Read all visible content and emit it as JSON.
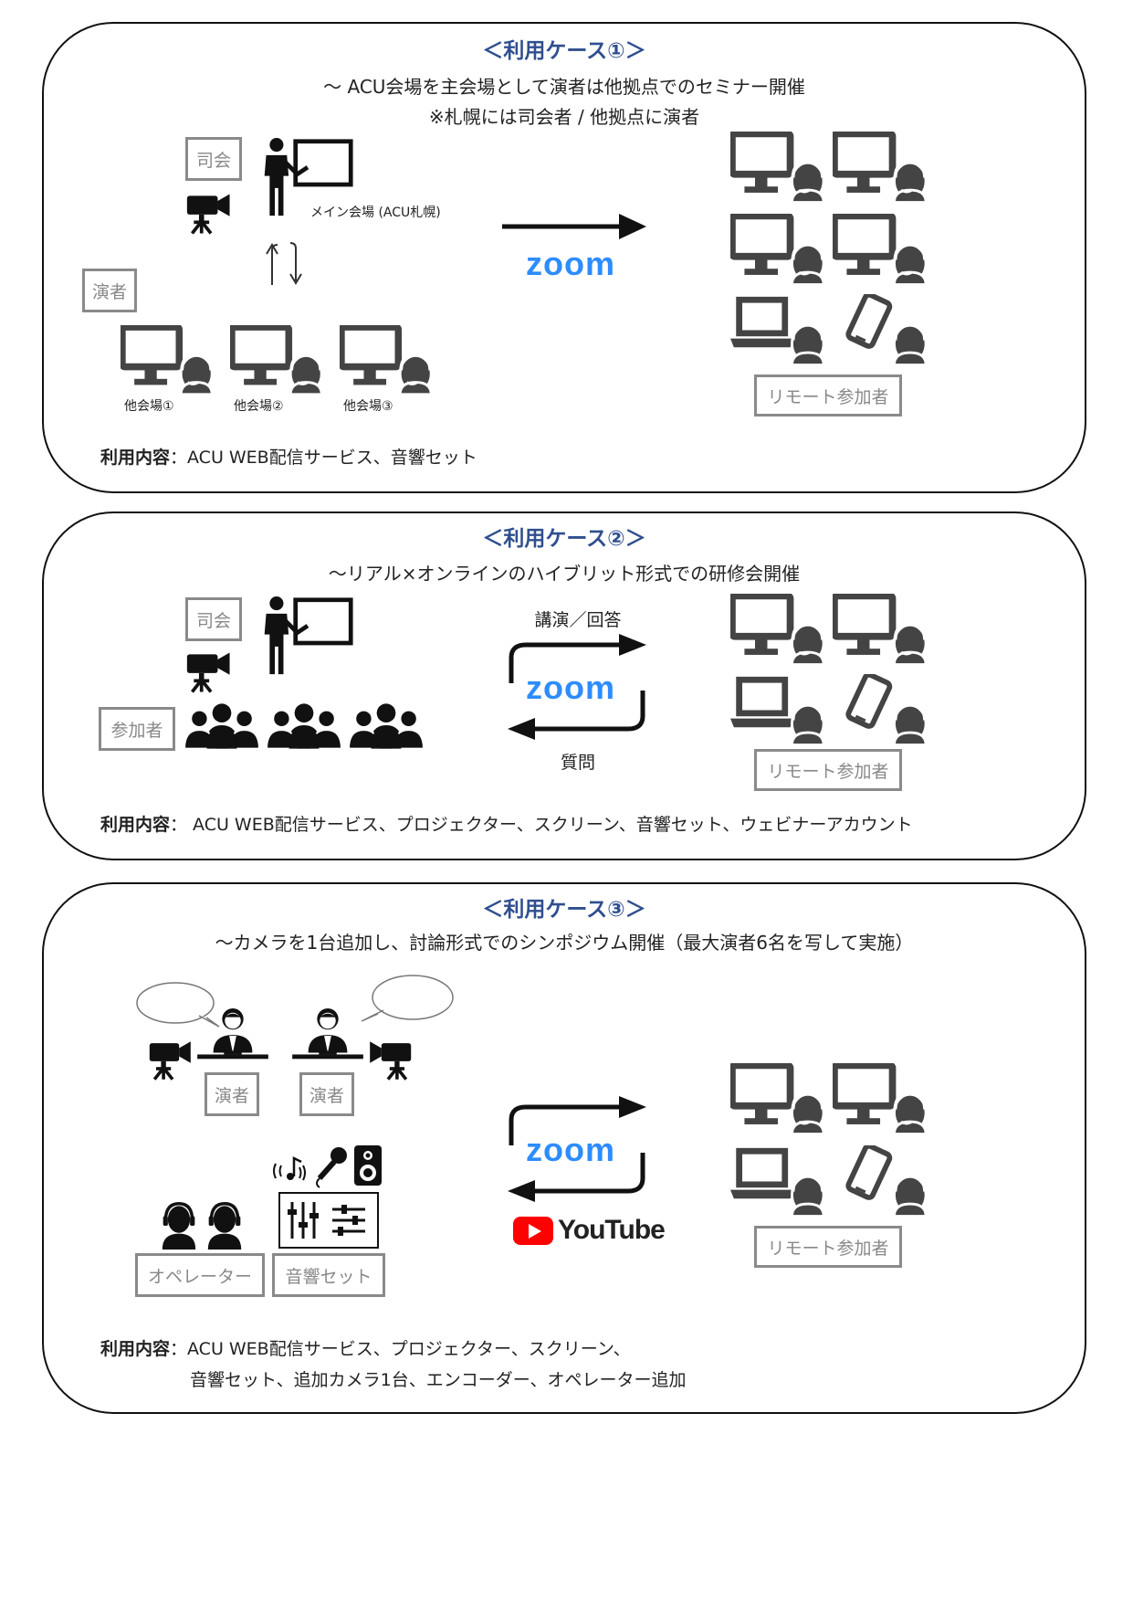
{
  "case1": {
    "title": "＜利用ケース①＞",
    "subtitle": "〜 ACU会場を主会場として演者は他拠点でのセミナー開催",
    "note": "※札幌には司会者 / 他拠点に演者",
    "tag_host": "司会",
    "main_venue": "メイン会場 (ACU札幌)",
    "tag_performer": "演者",
    "venues": [
      "他会場①",
      "他会場②",
      "他会場③"
    ],
    "zoom": "zoom",
    "tag_remote": "リモート参加者",
    "usage_label": "利用内容",
    "usage_text": "：ACU WEB配信サービス、音響セット"
  },
  "case2": {
    "title": "＜利用ケース②＞",
    "subtitle": "〜リアル×オンラインのハイブリット形式での研修会開催",
    "tag_host": "司会",
    "tag_participant": "参加者",
    "label_top": "講演／回答",
    "zoom": "zoom",
    "label_bottom": "質問",
    "tag_remote": "リモート参加者",
    "usage_label": "利用内容",
    "usage_text": "： ACU WEB配信サービス、プロジェクター、スクリーン、音響セット、ウェビナーアカウント"
  },
  "case3": {
    "title": "＜利用ケース③＞",
    "subtitle": "〜カメラを1台追加し、討論形式でのシンポジウム開催（最大演者6名を写して実施）",
    "tag_performer_1": "演者",
    "tag_performer_2": "演者",
    "tag_operator": "オペレーター",
    "tag_sound": "音響セット",
    "zoom": "zoom",
    "youtube": "YouTube",
    "tag_remote": "リモート参加者",
    "usage_label": "利用内容",
    "usage_text_1": "：ACU WEB配信サービス、プロジェクター、スクリーン、",
    "usage_text_2": "音響セット、追加カメラ1台、エンコーダー、オペレーター追加"
  }
}
